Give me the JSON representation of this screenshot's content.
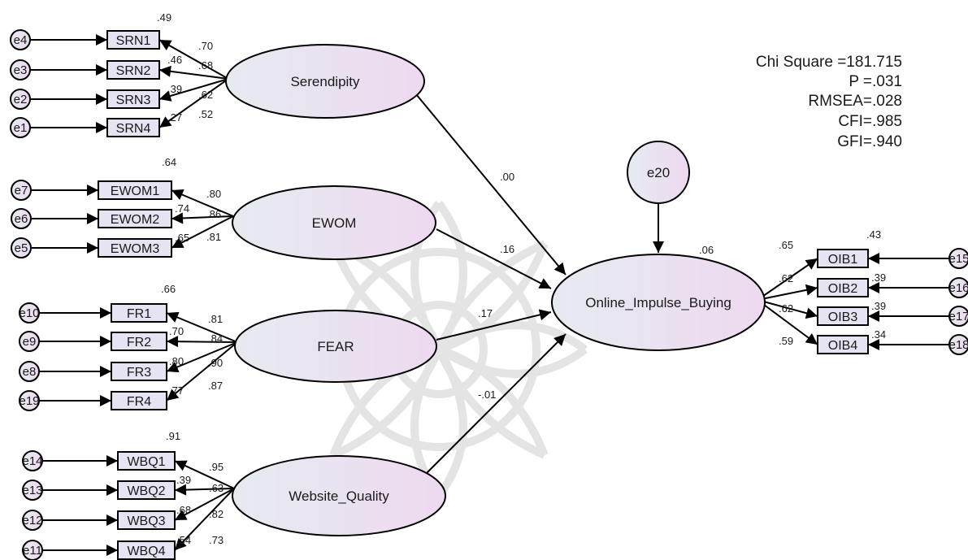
{
  "fit_indices": [
    "Chi Square =181.715",
    "P =.031",
    "RMSEA=.028",
    "CFI=.985",
    "GFI=.940"
  ],
  "colors": {
    "box_fill": "#e6e3f2",
    "latent_fill_from": "#e6ebf0",
    "latent_fill_to": "#eed9f0",
    "stroke": "#000000",
    "watermark": "#e4e4e4"
  },
  "latents": {
    "serendipity": "Serendipity",
    "ewom": "EWOM",
    "fear": "FEAR",
    "website_quality": "Website_Quality",
    "oib": "Online_Impulse_Buying",
    "oib_r2": ".06",
    "e20": "e20"
  },
  "paths": {
    "serendipity": ".00",
    "ewom": ".16",
    "fear": ".17",
    "website_quality": "-.01"
  },
  "groups": [
    {
      "top": ".49",
      "indicators": [
        {
          "label": "SRN1",
          "error": "e4",
          "loading": ".70",
          "r2": ""
        },
        {
          "label": "SRN2",
          "error": "e3",
          "loading": ".68",
          "r2": ".46"
        },
        {
          "label": "SRN3",
          "error": "e2",
          "loading": ".62",
          "r2": ".39"
        },
        {
          "label": "SRN4",
          "error": "e1",
          "loading": ".52",
          "r2": ".27"
        }
      ]
    },
    {
      "top": ".64",
      "indicators": [
        {
          "label": "EWOM1",
          "error": "e7",
          "loading": ".80",
          "r2": ""
        },
        {
          "label": "EWOM2",
          "error": "e6",
          "loading": ".86",
          "r2": ".74"
        },
        {
          "label": "EWOM3",
          "error": "e5",
          "loading": ".81",
          "r2": ".65"
        }
      ]
    },
    {
      "top": ".66",
      "indicators": [
        {
          "label": "FR1",
          "error": "e10",
          "loading": ".81",
          "r2": ""
        },
        {
          "label": "FR2",
          "error": "e9",
          "loading": ".84",
          "r2": ".70"
        },
        {
          "label": "FR3",
          "error": "e8",
          "loading": ".90",
          "r2": ".80"
        },
        {
          "label": "FR4",
          "error": "e19",
          "loading": ".87",
          "r2": ".77"
        }
      ]
    },
    {
      "top": ".91",
      "indicators": [
        {
          "label": "WBQ1",
          "error": "e14",
          "loading": ".95",
          "r2": ""
        },
        {
          "label": "WBQ2",
          "error": "e13",
          "loading": ".63",
          "r2": ".39"
        },
        {
          "label": "WBQ3",
          "error": "e12",
          "loading": ".82",
          "r2": ".68"
        },
        {
          "label": "WBQ4",
          "error": "e11",
          "loading": ".73",
          "r2": ".54"
        }
      ]
    },
    {
      "top": ".43",
      "indicators": [
        {
          "label": "OIB1",
          "error": "e15",
          "loading": ".65",
          "r2": ""
        },
        {
          "label": "OIB2",
          "error": "e16",
          "loading": ".62",
          "r2": ".39"
        },
        {
          "label": "OIB3",
          "error": "e17",
          "loading": ".62",
          "r2": ".39"
        },
        {
          "label": "OIB4",
          "error": "e18",
          "loading": ".59",
          "r2": ".34"
        }
      ]
    }
  ]
}
